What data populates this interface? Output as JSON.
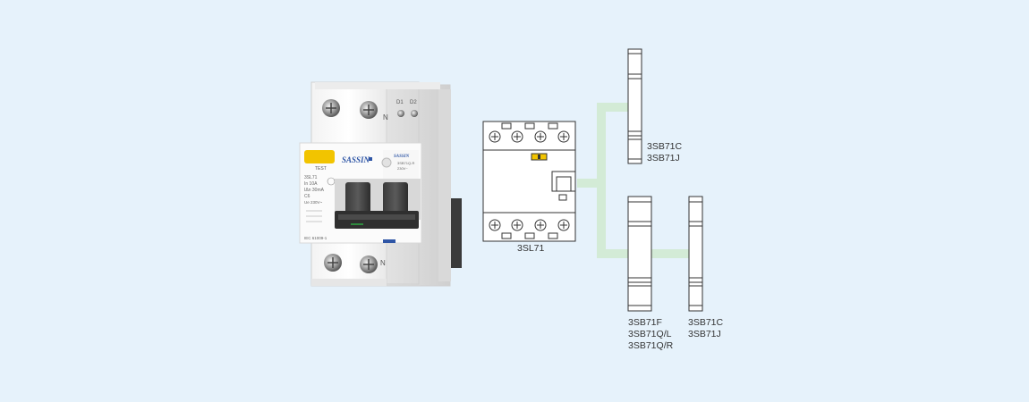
{
  "colors": {
    "background": "#e6f2fb",
    "connector": "#d3ebd6",
    "indicator_yellow": "#f2c400",
    "brand_blue": "#2f56a6",
    "line": "#333333"
  },
  "photo": {
    "brand": "SASSIN",
    "test_label": "TEST",
    "n_label_top": "N",
    "n_label_bottom": "N",
    "d1_label": "D1",
    "d2_label": "D2",
    "aux_brand": "SASSIN",
    "aux_model": "3SB71Q-R",
    "aux_spec": "230V~",
    "model_line": "3SL71",
    "rating_line": "In 10A",
    "sensitivity_line": "IΔn 30mA",
    "curve_line": "C6",
    "voltage_line": "Ue 230V~",
    "standard_line": "IEC 61009-1"
  },
  "diagram": {
    "main_unit_label": "3SL71",
    "top_aux_labels": [
      "3SB71C",
      "3SB71J"
    ],
    "bottom_left_labels": [
      "3SB71F",
      "3SB71Q/L",
      "3SB71Q/R"
    ],
    "bottom_right_labels": [
      "3SB71C",
      "3SB71J"
    ]
  }
}
